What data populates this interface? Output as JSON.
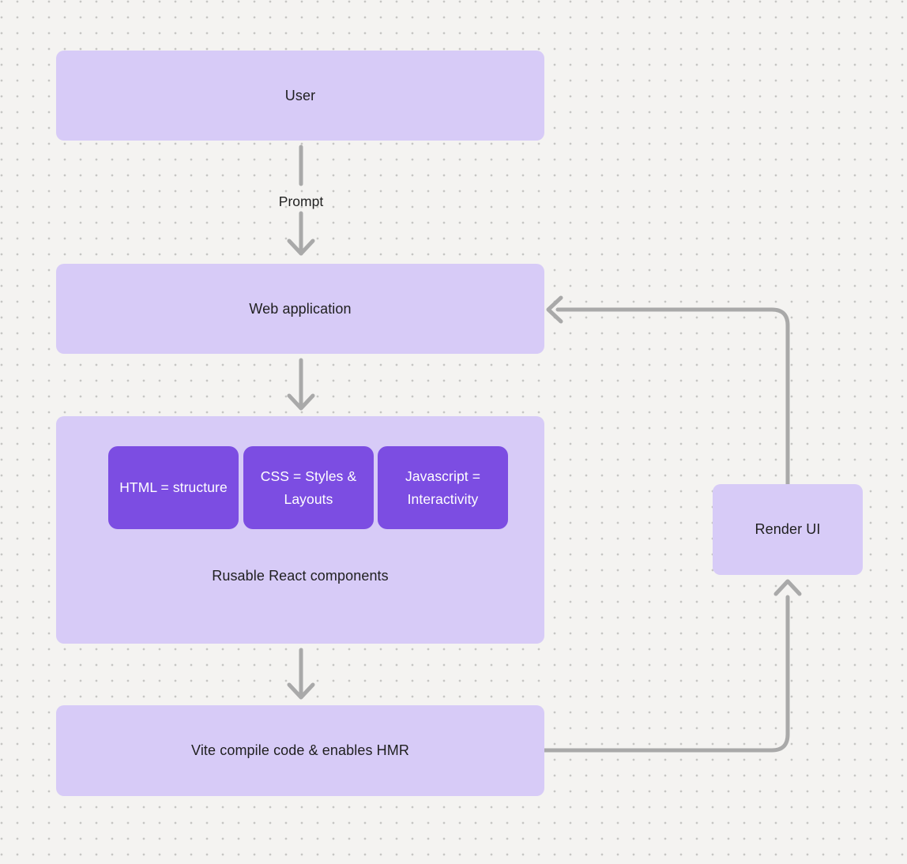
{
  "colors": {
    "canvas_bg": "#f4f3f1",
    "grid_dot": "#c6c5c3",
    "node_fill_light": "#d7cbf7",
    "node_fill_accent": "#7c4de2",
    "connector": "#a9a9a9",
    "node_text": "#1f1f1f",
    "accent_text": "#ffffff"
  },
  "nodes": {
    "user": {
      "label": "User"
    },
    "web_application": {
      "label": "Web application"
    },
    "components_group": {
      "label": "Rusable React components",
      "children": [
        {
          "label": "HTML = structure"
        },
        {
          "label": "CSS = Styles & Layouts"
        },
        {
          "label": "Javascript = Interactivity"
        }
      ]
    },
    "vite": {
      "label": "Vite compile code & enables HMR"
    },
    "render_ui": {
      "label": "Render UI"
    }
  },
  "edges": {
    "user_to_web_application": {
      "label": "Prompt"
    }
  }
}
